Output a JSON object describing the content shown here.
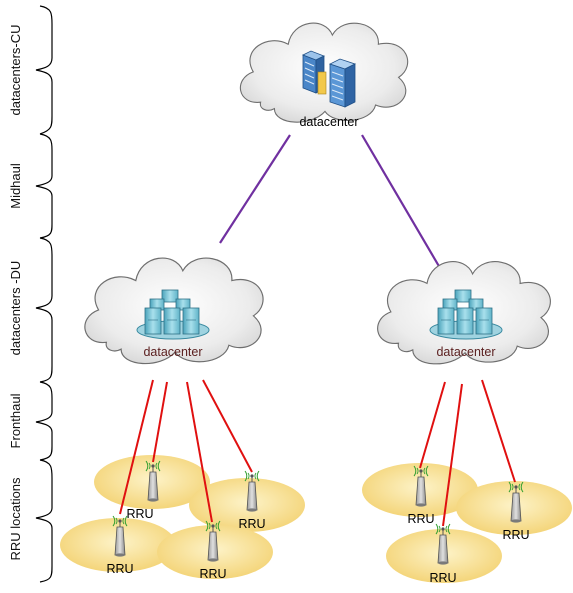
{
  "layers": [
    {
      "label": "datacenters-CU"
    },
    {
      "label": "Midhaul"
    },
    {
      "label": "datacenters -DU"
    },
    {
      "label": "Fronthaul"
    },
    {
      "label": "RRU locations"
    }
  ],
  "nodes": {
    "cu": {
      "label": "datacenter"
    },
    "du_left": {
      "label": "datacenter"
    },
    "du_right": {
      "label": "datacenter"
    }
  },
  "rru": {
    "label": "RRU"
  },
  "colors": {
    "midhaul_link": "#7030a0",
    "fronthaul_link": "#e01010",
    "coverage": "#f6dc8c",
    "cloud_fill": "#ececec",
    "cloud_stroke": "#6e6e6e",
    "server": "#7fc6d6"
  }
}
